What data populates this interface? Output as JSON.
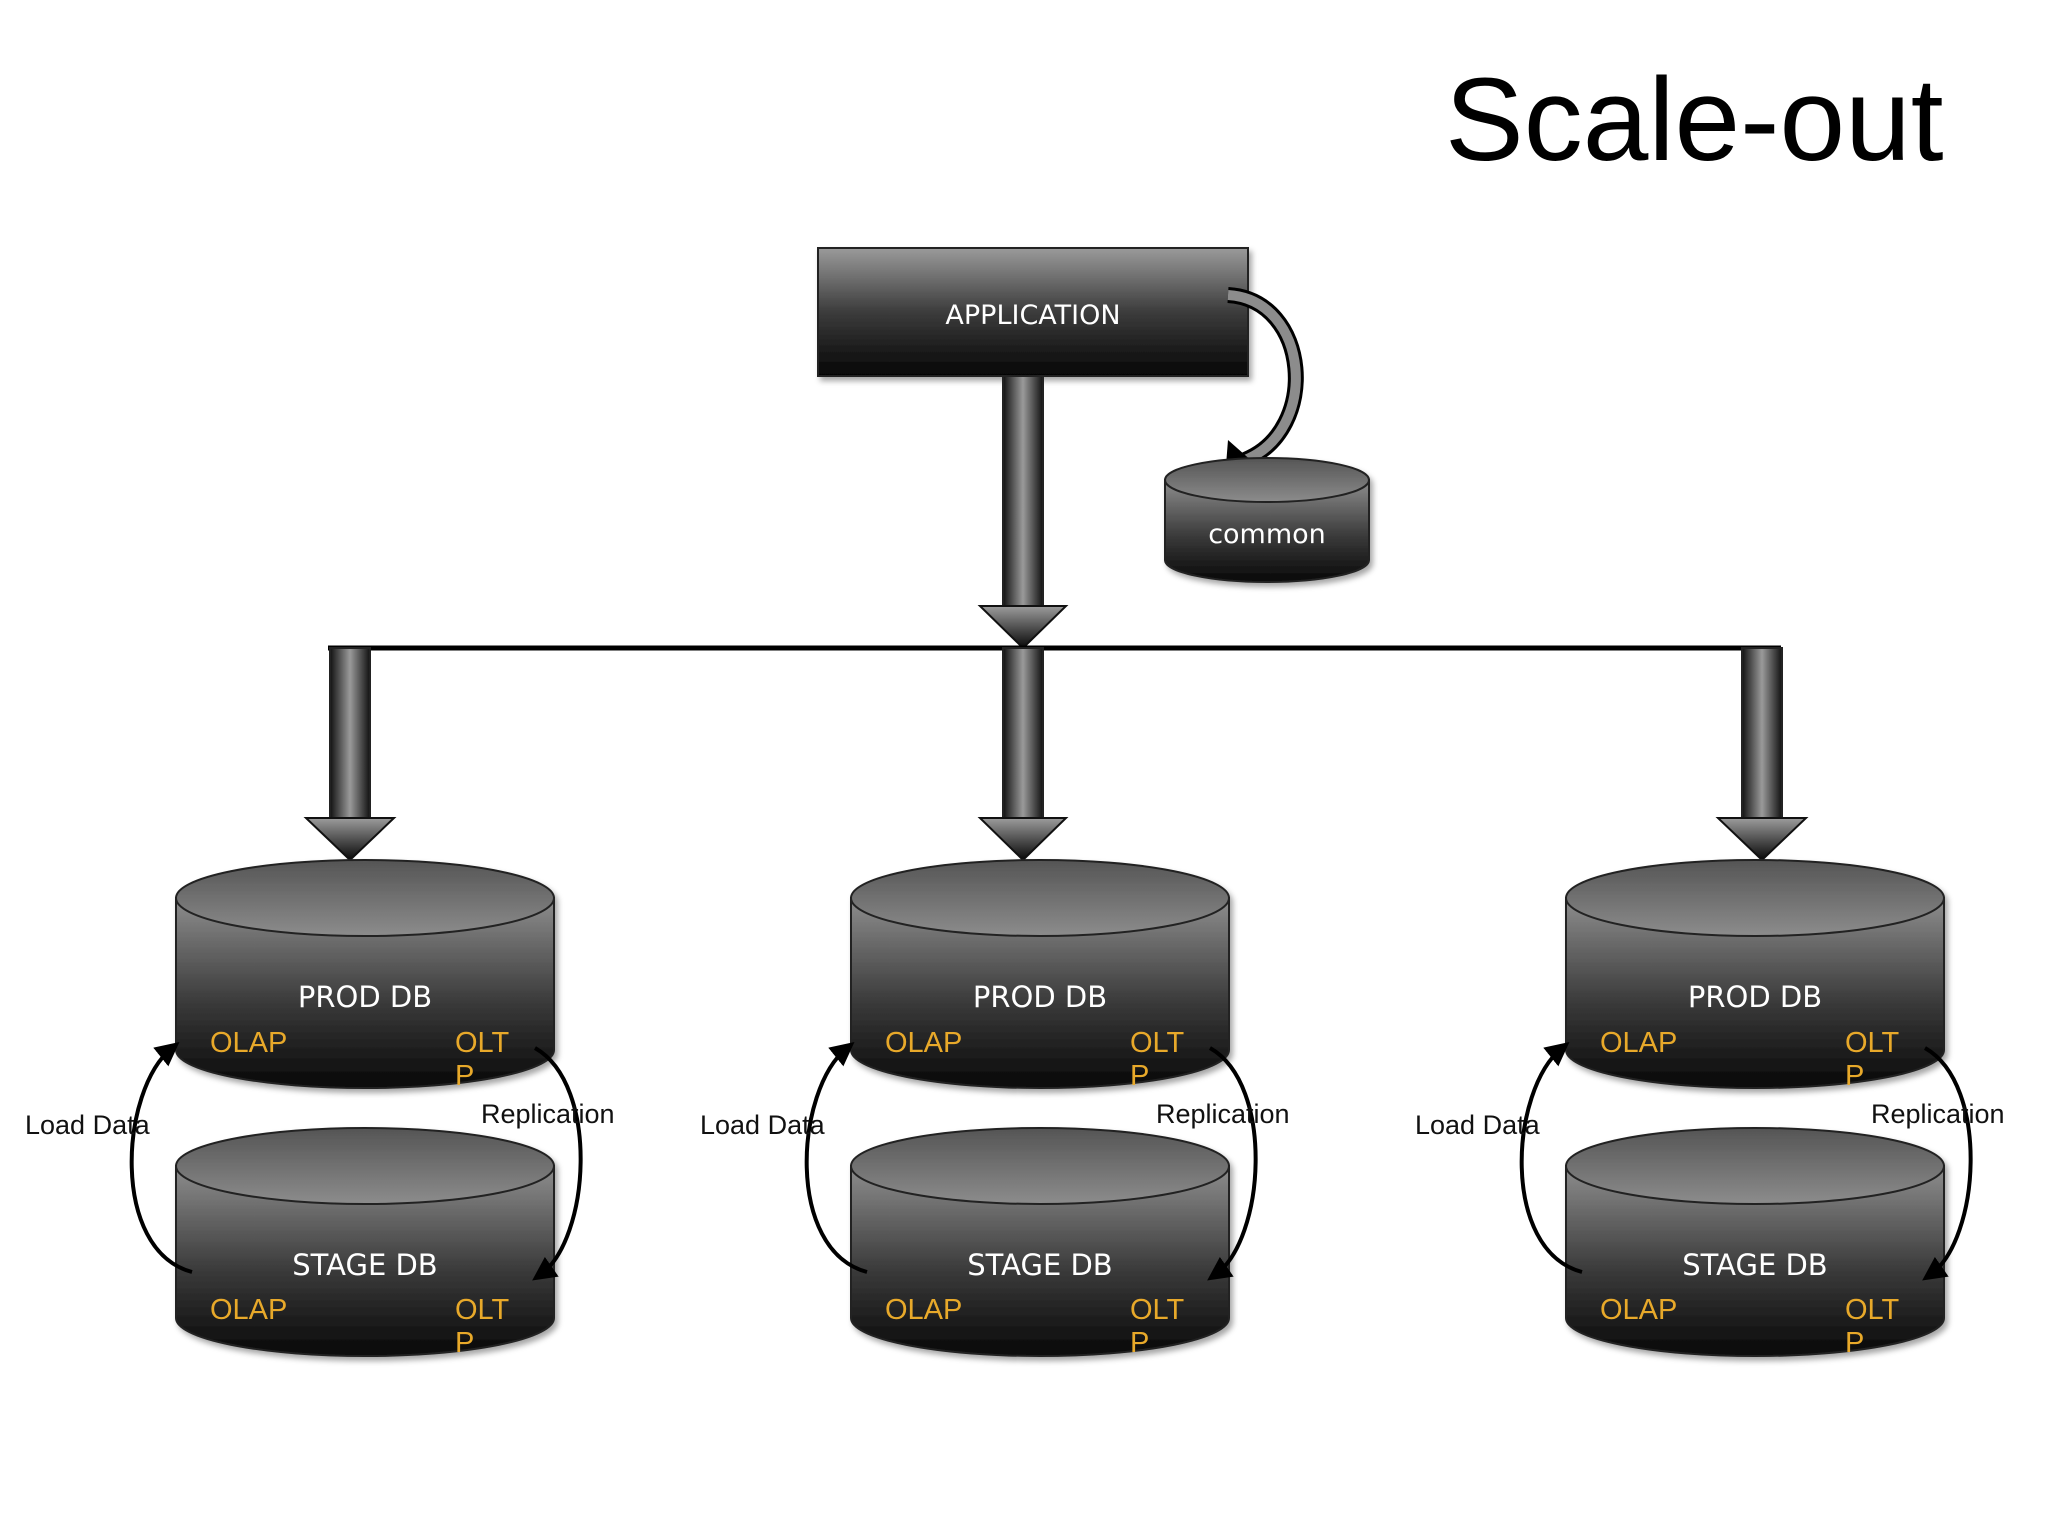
{
  "slide": {
    "title": "Scale-out"
  },
  "diagram": {
    "application_label": "APPLICATION",
    "common_label": "common",
    "clusters": [
      {
        "prod": {
          "label": "PROD DB",
          "left_tag": "OLAP",
          "right_tag_line1": "OLT",
          "right_tag_line2": "P"
        },
        "stage": {
          "label": "STAGE DB",
          "left_tag": "OLAP",
          "right_tag_line1": "OLT",
          "right_tag_line2": "P"
        },
        "load_label": "Load Data",
        "replication_label": "Replication"
      },
      {
        "prod": {
          "label": "PROD DB",
          "left_tag": "OLAP",
          "right_tag_line1": "OLT",
          "right_tag_line2": "P"
        },
        "stage": {
          "label": "STAGE DB",
          "left_tag": "OLAP",
          "right_tag_line1": "OLT",
          "right_tag_line2": "P"
        },
        "load_label": "Load Data",
        "replication_label": "Replication"
      },
      {
        "prod": {
          "label": "PROD DB",
          "left_tag": "OLAP",
          "right_tag_line1": "OLT",
          "right_tag_line2": "P"
        },
        "stage": {
          "label": "STAGE DB",
          "left_tag": "OLAP",
          "right_tag_line1": "OLT",
          "right_tag_line2": "P"
        },
        "load_label": "Load Data",
        "replication_label": "Replication"
      }
    ],
    "colors": {
      "tag": "#e8a92a",
      "body_top": "#8a8a8a",
      "body_bottom": "#0a0a0a"
    }
  }
}
